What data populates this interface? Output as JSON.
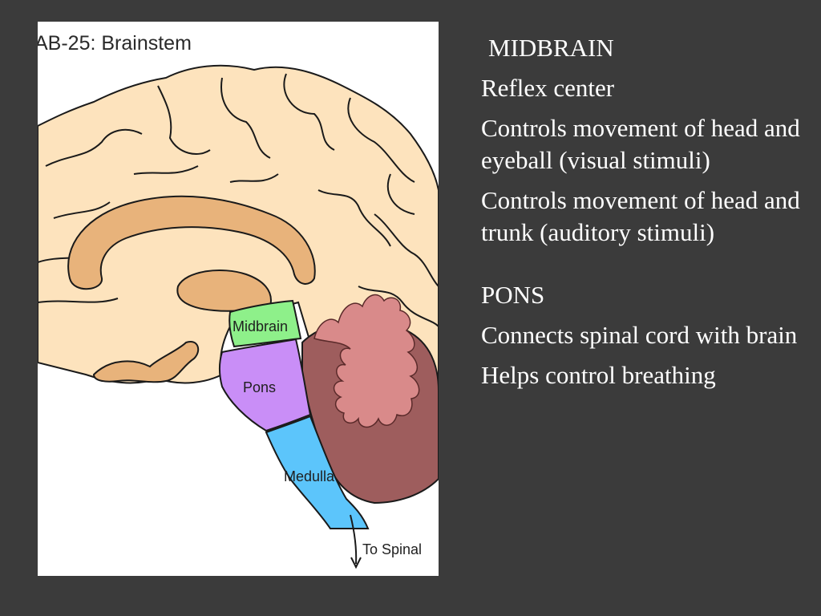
{
  "figure": {
    "title": "AB-25: Brainstem",
    "labels": {
      "midbrain": "Midbrain",
      "pons": "Pons",
      "medulla": "Medulla",
      "spinal": "To Spinal"
    },
    "colors": {
      "brain": "#fde3bd",
      "corpus": "#e8b37b",
      "midbrain": "#8ef08a",
      "pons": "#c98ef7",
      "medulla": "#5cc5fb",
      "cerebellum": "#9e5d5d",
      "arbor": "#d98a8a",
      "background": "#3b3b3b"
    }
  },
  "text": {
    "midbrain_heading": "MIDBRAIN",
    "midbrain_points": [
      "Reflex center",
      "Controls movement of head and eyeball (visual stimuli)",
      "Controls movement of head and trunk (auditory stimuli)"
    ],
    "pons_heading": "PONS",
    "pons_points": [
      "Connects spinal cord with brain",
      "Helps control breathing"
    ]
  }
}
